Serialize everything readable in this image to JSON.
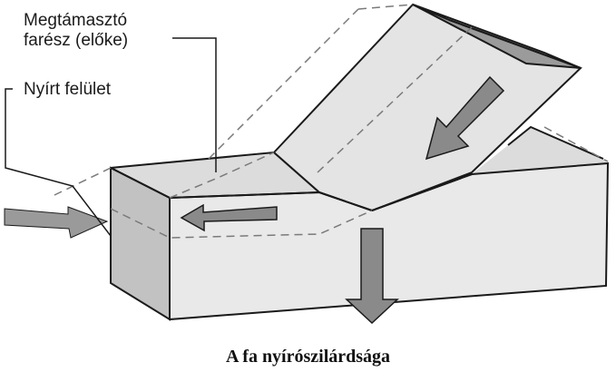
{
  "labels": {
    "support_line1": "Megtámasztó",
    "support_line2": "farész (előke)",
    "shear_surface": "Nyírt felület"
  },
  "caption": "A fa nyírószilárdsága",
  "colors": {
    "background": "#ffffff",
    "wood_top": "#dcdcdc",
    "wood_front": "#e9e9e9",
    "wood_end": "#bdbdbd",
    "arrow": "#8a8a8a",
    "line": "#1a1a1a"
  }
}
